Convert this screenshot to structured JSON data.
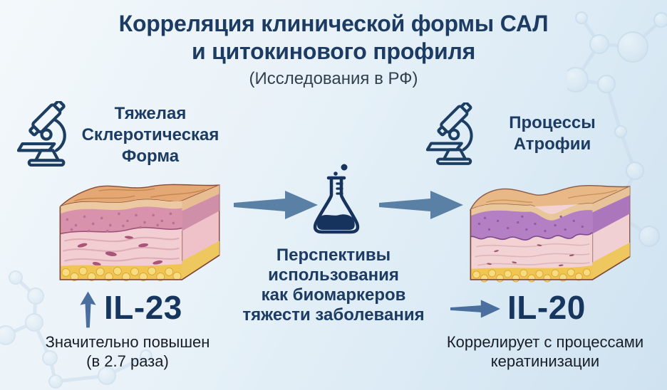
{
  "slide": {
    "title_line1": "Корреляция клинической формы САЛ",
    "title_line2": "и цитокинового профиля",
    "subtitle": "(Исследования в РФ)"
  },
  "left_panel": {
    "icon": "microscope-icon",
    "heading": "Тяжелая\nСклеротическая\nФорма",
    "illustration": "sclerotic-skin-cross-section",
    "trend_icon": "arrow-up-icon",
    "cytokine_label": "IL-23",
    "caption": "Значительно повышен\n(в 2.7 раза)"
  },
  "center_panel": {
    "flow_icons": [
      "arrow-right-icon",
      "flask-icon",
      "arrow-right-icon"
    ],
    "text": "Перспективы\nиспользования\nкак биомаркеров\nтяжести заболевания"
  },
  "right_panel": {
    "icon": "microscope-icon",
    "heading": "Процессы\nАтрофии",
    "illustration": "atrophic-skin-cross-section",
    "trend_icon": "arrow-right-icon",
    "cytokine_label": "IL-20",
    "caption": "Коррелирует с процессами\nкератинизации"
  },
  "colors": {
    "title_navy": "#1d3c63",
    "cytokine_navy": "#16355f",
    "arrow_steel_blue": "#5b80a6",
    "flask_navy": "#16335d",
    "background_light": "#f3f8fb",
    "background_deep": "#cfe2f0",
    "skin_surface_tan": "#e3a873",
    "skin_epidermis_pink": "#d892ab",
    "skin_epidermis_purple": "#b57fc4",
    "skin_dermis_pink": "#f3cdd1",
    "skin_fat_yellow": "#f0c551",
    "molecule_decoration": "#cadded"
  }
}
